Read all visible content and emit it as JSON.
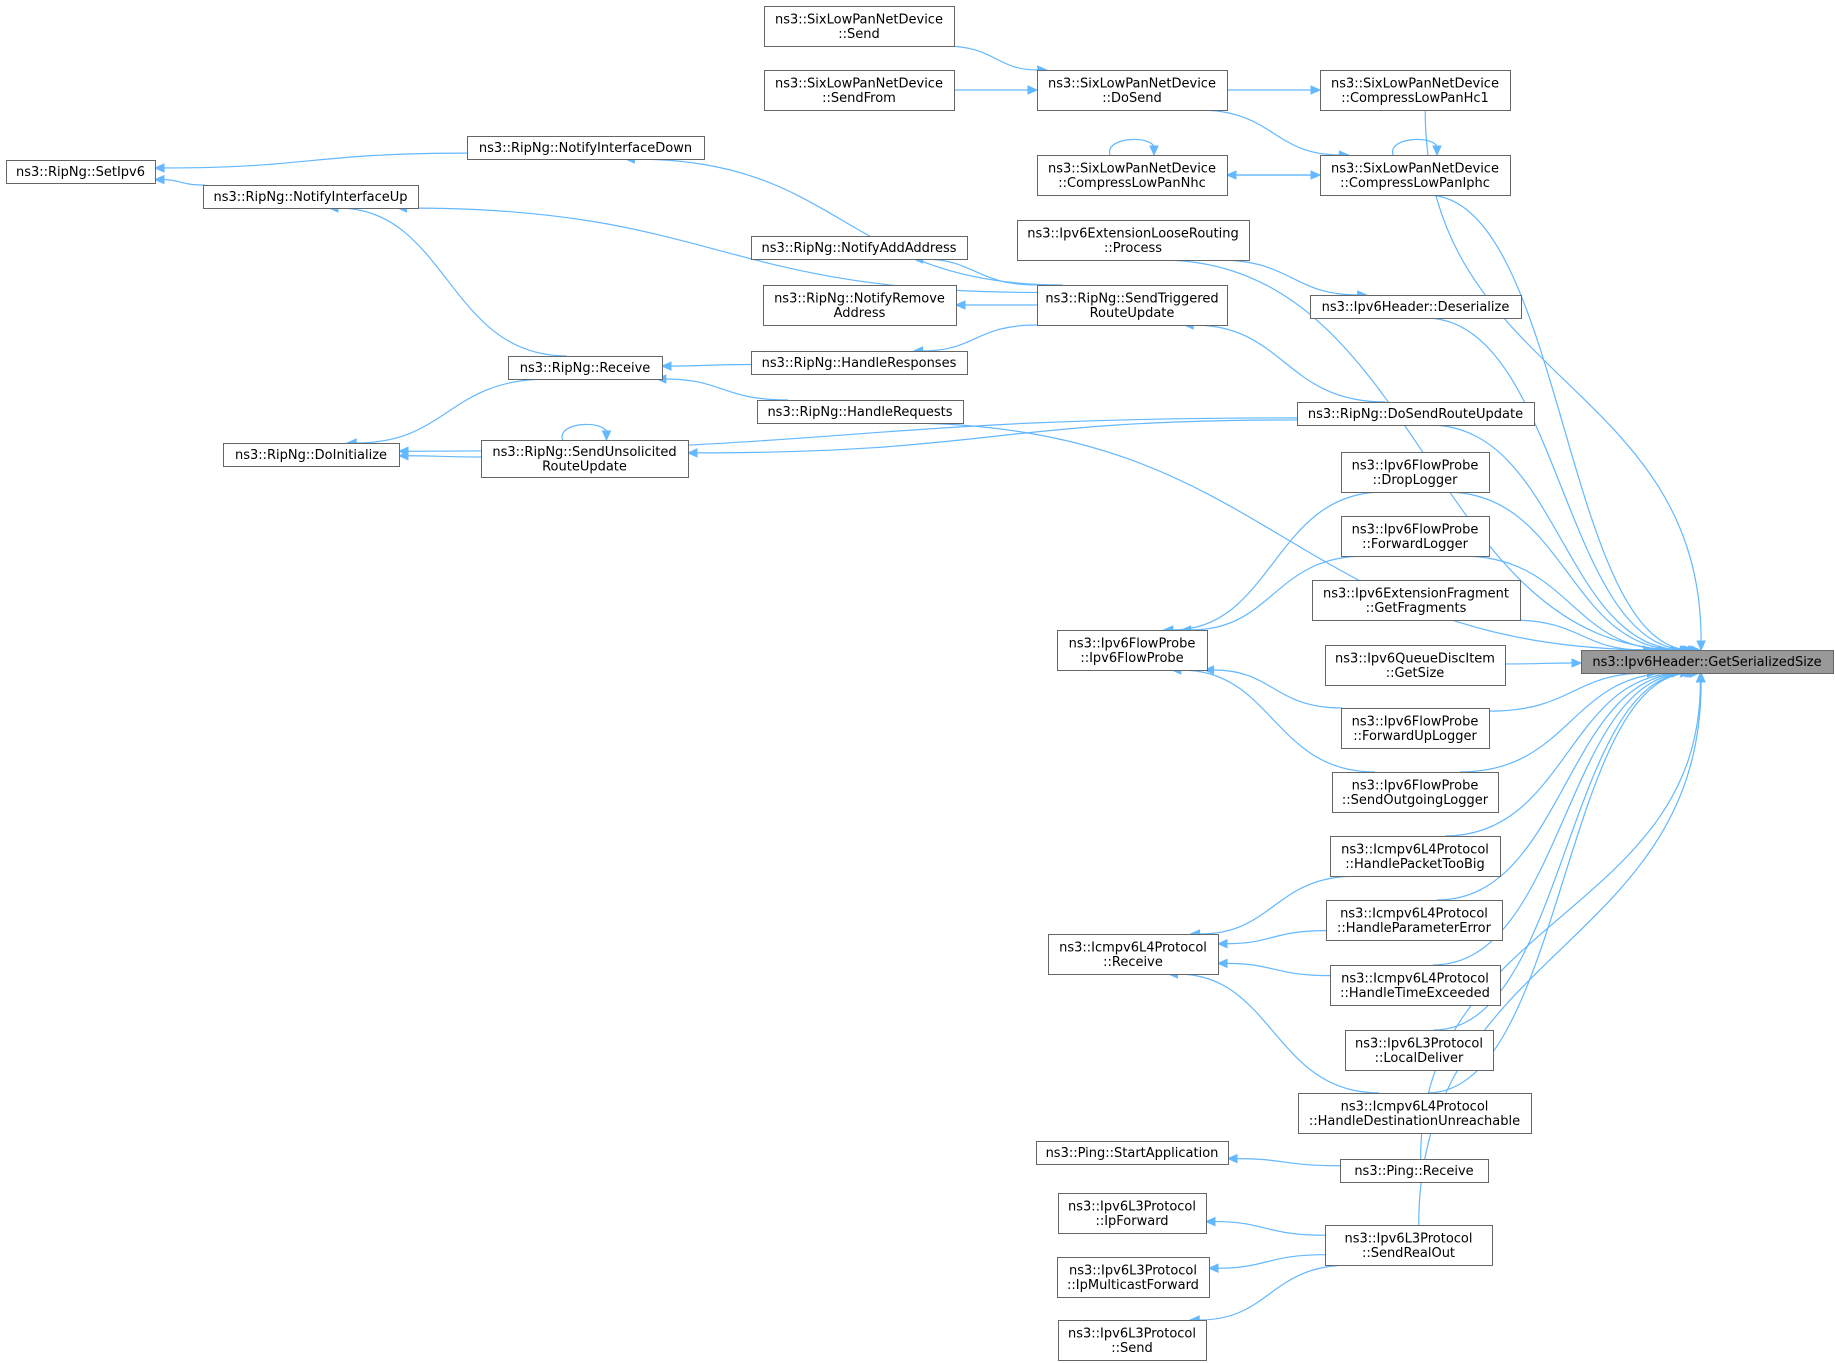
{
  "graph": {
    "nodes": [
      {
        "id": "target",
        "lines": [
          "ns3::Ipv6Header::GetSerializedSize"
        ],
        "focus": true
      },
      {
        "id": "sixSend",
        "lines": [
          "ns3::SixLowPanNetDevice",
          "::Send"
        ]
      },
      {
        "id": "sixSendFrom",
        "lines": [
          "ns3::SixLowPanNetDevice",
          "::SendFrom"
        ]
      },
      {
        "id": "sixDoSend",
        "lines": [
          "ns3::SixLowPanNetDevice",
          "::DoSend"
        ]
      },
      {
        "id": "sixHc1",
        "lines": [
          "ns3::SixLowPanNetDevice",
          "::CompressLowPanHc1"
        ]
      },
      {
        "id": "sixNhc",
        "lines": [
          "ns3::SixLowPanNetDevice",
          "::CompressLowPanNhc"
        ]
      },
      {
        "id": "sixIphc",
        "lines": [
          "ns3::SixLowPanNetDevice",
          "::CompressLowPanIphc"
        ]
      },
      {
        "id": "ripSetIpv6",
        "lines": [
          "ns3::RipNg::SetIpv6"
        ]
      },
      {
        "id": "ripIfDown",
        "lines": [
          "ns3::RipNg::NotifyInterfaceDown"
        ]
      },
      {
        "id": "ripIfUp",
        "lines": [
          "ns3::RipNg::NotifyInterfaceUp"
        ]
      },
      {
        "id": "looseProc",
        "lines": [
          "ns3::Ipv6ExtensionLooseRouting",
          "::Process"
        ]
      },
      {
        "id": "ripAddAddr",
        "lines": [
          "ns3::RipNg::NotifyAddAddress"
        ]
      },
      {
        "id": "ripRemAddr",
        "lines": [
          "ns3::RipNg::NotifyRemove",
          "Address"
        ]
      },
      {
        "id": "ripTrig",
        "lines": [
          "ns3::RipNg::SendTriggered",
          "RouteUpdate"
        ]
      },
      {
        "id": "hdrDeser",
        "lines": [
          "ns3::Ipv6Header::Deserialize"
        ]
      },
      {
        "id": "ripRecv",
        "lines": [
          "ns3::RipNg::Receive"
        ]
      },
      {
        "id": "ripHResp",
        "lines": [
          "ns3::RipNg::HandleResponses"
        ]
      },
      {
        "id": "ripHReq",
        "lines": [
          "ns3::RipNg::HandleRequests"
        ]
      },
      {
        "id": "ripDoSend",
        "lines": [
          "ns3::RipNg::DoSendRouteUpdate"
        ]
      },
      {
        "id": "ripDoInit",
        "lines": [
          "ns3::RipNg::DoInitialize"
        ]
      },
      {
        "id": "ripUnsol",
        "lines": [
          "ns3::RipNg::SendUnsolicited",
          "RouteUpdate"
        ]
      },
      {
        "id": "fpDrop",
        "lines": [
          "ns3::Ipv6FlowProbe",
          "::DropLogger"
        ]
      },
      {
        "id": "fpFwd",
        "lines": [
          "ns3::Ipv6FlowProbe",
          "::ForwardLogger"
        ]
      },
      {
        "id": "fragGet",
        "lines": [
          "ns3::Ipv6ExtensionFragment",
          "::GetFragments"
        ]
      },
      {
        "id": "fpCtor",
        "lines": [
          "ns3::Ipv6FlowProbe",
          "::Ipv6FlowProbe"
        ]
      },
      {
        "id": "qdGetSize",
        "lines": [
          "ns3::Ipv6QueueDiscItem",
          "::GetSize"
        ]
      },
      {
        "id": "fpFwdUp",
        "lines": [
          "ns3::Ipv6FlowProbe",
          "::ForwardUpLogger"
        ]
      },
      {
        "id": "fpSendOut",
        "lines": [
          "ns3::Ipv6FlowProbe",
          "::SendOutgoingLogger"
        ]
      },
      {
        "id": "icTooBig",
        "lines": [
          "ns3::Icmpv6L4Protocol",
          "::HandlePacketTooBig"
        ]
      },
      {
        "id": "icRecv",
        "lines": [
          "ns3::Icmpv6L4Protocol",
          "::Receive"
        ]
      },
      {
        "id": "icParam",
        "lines": [
          "ns3::Icmpv6L4Protocol",
          "::HandleParameterError"
        ]
      },
      {
        "id": "icTime",
        "lines": [
          "ns3::Icmpv6L4Protocol",
          "::HandleTimeExceeded"
        ]
      },
      {
        "id": "l3Local",
        "lines": [
          "ns3::Ipv6L3Protocol",
          "::LocalDeliver"
        ]
      },
      {
        "id": "icUnreach",
        "lines": [
          "ns3::Icmpv6L4Protocol",
          "::HandleDestinationUnreachable"
        ]
      },
      {
        "id": "pingStart",
        "lines": [
          "ns3::Ping::StartApplication"
        ]
      },
      {
        "id": "pingRecv",
        "lines": [
          "ns3::Ping::Receive"
        ]
      },
      {
        "id": "l3IpFwd",
        "lines": [
          "ns3::Ipv6L3Protocol",
          "::IpForward"
        ]
      },
      {
        "id": "l3SendReal",
        "lines": [
          "ns3::Ipv6L3Protocol",
          "::SendRealOut"
        ]
      },
      {
        "id": "l3IpMcast",
        "lines": [
          "ns3::Ipv6L3Protocol",
          "::IpMulticastForward"
        ]
      },
      {
        "id": "l3Send",
        "lines": [
          "ns3::Ipv6L3Protocol",
          "::Send"
        ]
      }
    ],
    "edges": [
      [
        "sixHc1",
        "target"
      ],
      [
        "sixIphc",
        "target"
      ],
      [
        "looseProc",
        "target"
      ],
      [
        "hdrDeser",
        "target"
      ],
      [
        "ripHReq",
        "target"
      ],
      [
        "ripDoSend",
        "target"
      ],
      [
        "fpDrop",
        "target"
      ],
      [
        "fpFwd",
        "target"
      ],
      [
        "fragGet",
        "target"
      ],
      [
        "qdGetSize",
        "target"
      ],
      [
        "fpFwdUp",
        "target"
      ],
      [
        "fpSendOut",
        "target"
      ],
      [
        "icTooBig",
        "target"
      ],
      [
        "icParam",
        "target"
      ],
      [
        "icTime",
        "target"
      ],
      [
        "l3Local",
        "target"
      ],
      [
        "icUnreach",
        "target"
      ],
      [
        "pingRecv",
        "target"
      ],
      [
        "l3SendReal",
        "target"
      ],
      [
        "sixSend",
        "sixDoSend"
      ],
      [
        "sixSendFrom",
        "sixDoSend"
      ],
      [
        "sixDoSend",
        "sixHc1"
      ],
      [
        "sixDoSend",
        "sixIphc"
      ],
      [
        "sixNhc",
        "sixIphc"
      ],
      [
        "sixIphc",
        "sixNhc"
      ],
      [
        "sixNhc",
        "sixNhc"
      ],
      [
        "sixIphc",
        "sixIphc"
      ],
      [
        "looseProc",
        "hdrDeser"
      ],
      [
        "ripIfDown",
        "ripSetIpv6"
      ],
      [
        "ripIfUp",
        "ripSetIpv6"
      ],
      [
        "ripTrig",
        "ripIfDown"
      ],
      [
        "ripTrig",
        "ripIfUp"
      ],
      [
        "ripTrig",
        "ripAddAddr"
      ],
      [
        "ripTrig",
        "ripRemAddr"
      ],
      [
        "ripTrig",
        "ripHResp"
      ],
      [
        "ripRecv",
        "ripIfUp"
      ],
      [
        "ripHResp",
        "ripRecv"
      ],
      [
        "ripHReq",
        "ripRecv"
      ],
      [
        "ripRecv",
        "ripDoInit"
      ],
      [
        "ripUnsol",
        "ripDoInit"
      ],
      [
        "ripUnsol",
        "ripUnsol"
      ],
      [
        "ripDoSend",
        "ripTrig"
      ],
      [
        "ripDoSend",
        "ripUnsol"
      ],
      [
        "ripDoSend",
        "ripDoInit"
      ],
      [
        "fpDrop",
        "fpCtor"
      ],
      [
        "fpFwd",
        "fpCtor"
      ],
      [
        "fpFwdUp",
        "fpCtor"
      ],
      [
        "fpSendOut",
        "fpCtor"
      ],
      [
        "icTooBig",
        "icRecv"
      ],
      [
        "icParam",
        "icRecv"
      ],
      [
        "icTime",
        "icRecv"
      ],
      [
        "icUnreach",
        "icRecv"
      ],
      [
        "pingRecv",
        "pingStart"
      ],
      [
        "l3SendReal",
        "l3IpFwd"
      ],
      [
        "l3SendReal",
        "l3IpMcast"
      ],
      [
        "l3SendReal",
        "l3Send"
      ]
    ],
    "colors": {
      "edge": "#63b8ff",
      "node_border": "#666666",
      "node_fill": "#ffffff",
      "focus_fill": "#999999"
    }
  }
}
